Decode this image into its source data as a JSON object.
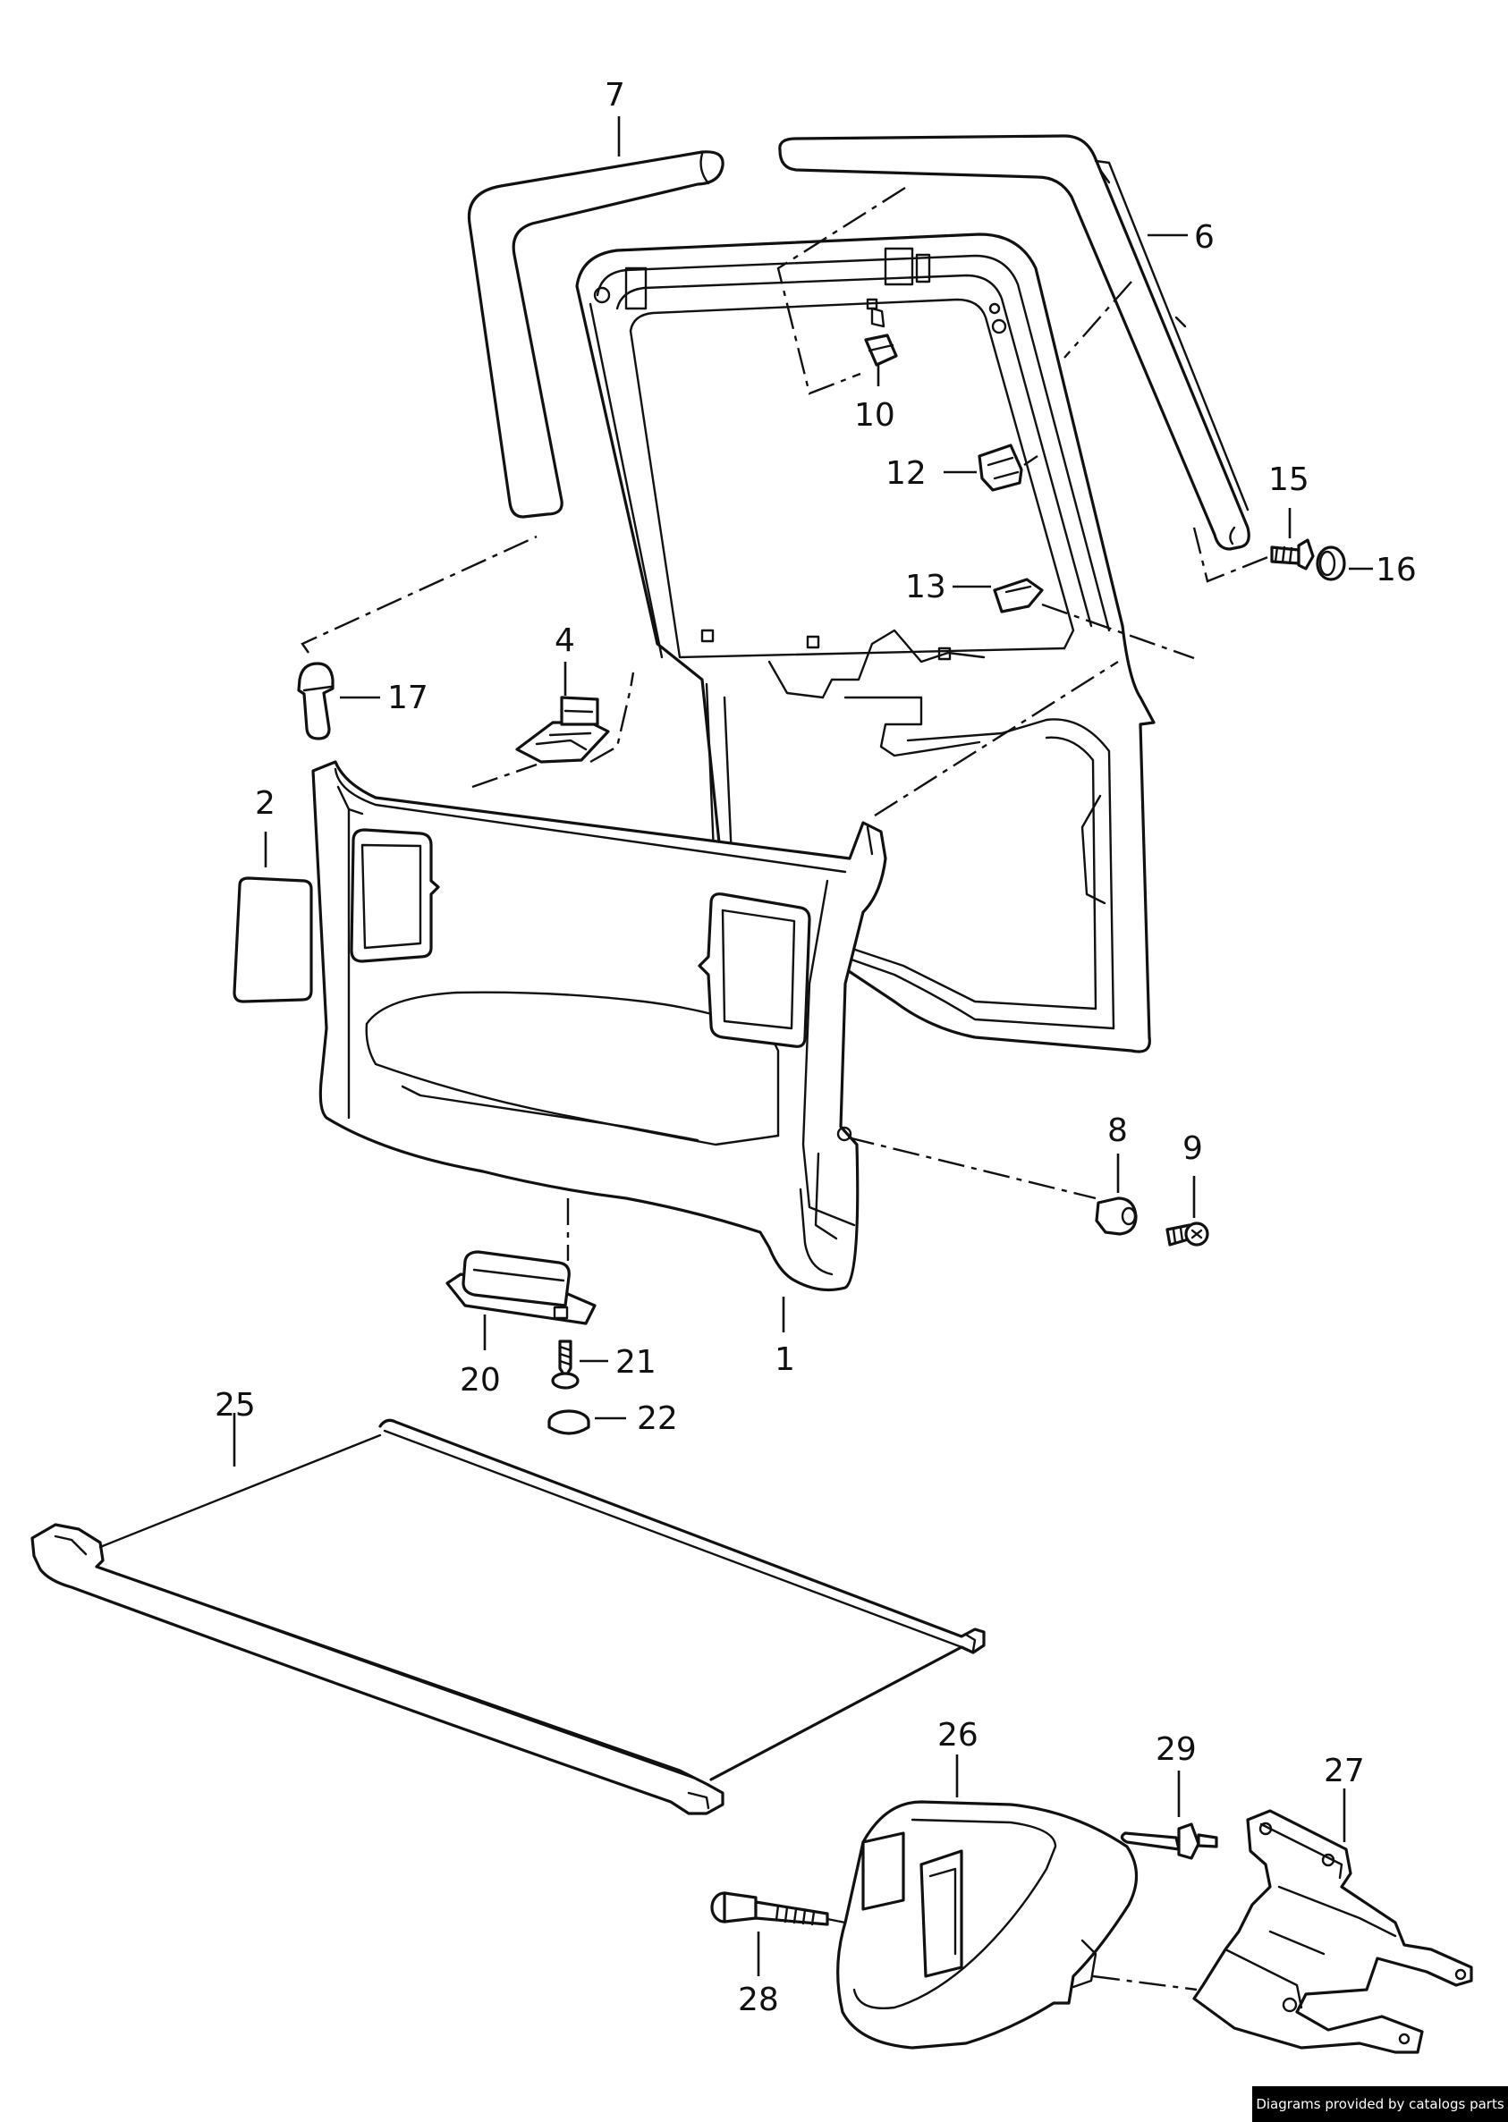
{
  "callouts": {
    "c1": "1",
    "c2": "2",
    "c4": "4",
    "c6": "6",
    "c7": "7",
    "c8": "8",
    "c9": "9",
    "c10": "10",
    "c12": "12",
    "c13": "13",
    "c15": "15",
    "c16": "16",
    "c17": "17",
    "c20": "20",
    "c21": "21",
    "c22": "22",
    "c25": "25",
    "c26": "26",
    "c27": "27",
    "c28": "28",
    "c29": "29"
  },
  "watermark": "Diagrams provided by catalogs parts",
  "colors": {
    "line": "#111111",
    "background": "#ffffff",
    "watermark_bg": "#000000",
    "watermark_text": "#ffffff"
  }
}
